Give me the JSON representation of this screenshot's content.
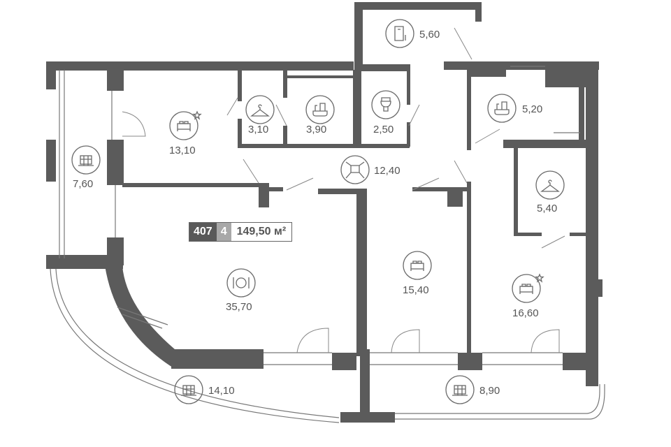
{
  "apartment": {
    "number": "407",
    "rooms": "4",
    "total_area": "149,50 м²"
  },
  "rooms": [
    {
      "name": "entry",
      "icon": "door-icon",
      "area": "5,60"
    },
    {
      "name": "bedroom-1",
      "icon": "master-bed-icon",
      "area": "13,10"
    },
    {
      "name": "wardrobe-1",
      "icon": "hanger-icon",
      "area": "3,10"
    },
    {
      "name": "bathroom-1",
      "icon": "bathtub-icon",
      "area": "3,90"
    },
    {
      "name": "toilet",
      "icon": "toilet-icon",
      "area": "2,50"
    },
    {
      "name": "bathroom-2",
      "icon": "bathtub-icon",
      "area": "5,20"
    },
    {
      "name": "hall",
      "icon": "hall-icon",
      "area": "12,40"
    },
    {
      "name": "balcony-left",
      "icon": "balcony-icon",
      "area": "7,60"
    },
    {
      "name": "wardrobe-2",
      "icon": "hanger-icon",
      "area": "5,40"
    },
    {
      "name": "living-kitchen",
      "icon": "dining-icon",
      "area": "35,70"
    },
    {
      "name": "bedroom-2",
      "icon": "bed-icon",
      "area": "15,40"
    },
    {
      "name": "bedroom-3",
      "icon": "master-bed-icon",
      "area": "16,60"
    },
    {
      "name": "terrace-left",
      "icon": "balcony-icon",
      "area": "14,10"
    },
    {
      "name": "terrace-right",
      "icon": "balcony-icon",
      "area": "8,90"
    }
  ],
  "colors": {
    "wall": "#5b5b5b",
    "badge_dark": "#595959",
    "badge_grey": "#a8a8a8"
  }
}
